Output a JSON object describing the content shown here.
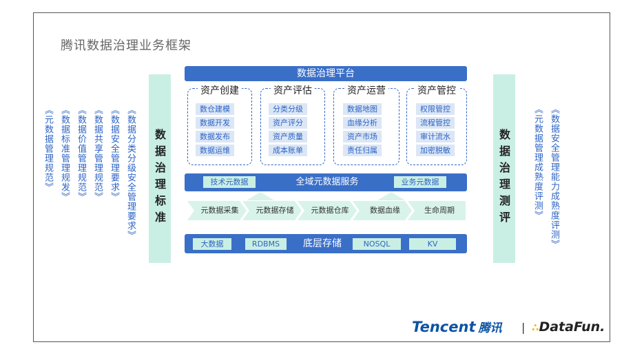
{
  "title": "腾讯数据治理业务框架",
  "left_standards": [
    "《元数据管理规范》",
    "《数据标准管理规发》",
    "《数据价值管理规范》",
    "《数据共享管理规范》",
    "《数据安全管理要求》",
    "《数据分类分级安全管理要求》"
  ],
  "left_band": "数据治理标准",
  "right_band": "数据治理测评",
  "right_standards": [
    "《元数据管理成熟度评测》",
    "《数据安全管理能力成熟度评测》"
  ],
  "platform": {
    "title": "数据治理平台",
    "groups": [
      {
        "title": "资产创建",
        "items": [
          "数仓建模",
          "数据开发",
          "数据发布",
          "数据运维"
        ]
      },
      {
        "title": "资产评估",
        "items": [
          "分类分级",
          "资产评分",
          "资产质量",
          "成本账单"
        ]
      },
      {
        "title": "资产运营",
        "items": [
          "数据地图",
          "血缘分析",
          "资产市场",
          "责任归属"
        ]
      },
      {
        "title": "资产管控",
        "items": [
          "权限管控",
          "流程管控",
          "审计流水",
          "加密脱敏"
        ]
      }
    ]
  },
  "metadata_service": {
    "title": "全域元数据服务",
    "left_tag": "技术元数据",
    "right_tag": "业务元数据"
  },
  "flow": [
    "元数据采集",
    "元数据存储",
    "元数据仓库",
    "数据血缘",
    "生命周期"
  ],
  "storage": {
    "title": "底层存储",
    "items": [
      "大数据",
      "RDBMS",
      "NOSQL",
      "KV"
    ]
  },
  "logos": {
    "tencent_en": "Tencent",
    "tencent_cn": "腾讯",
    "separator": "|",
    "datafun": "DataFun."
  },
  "colors": {
    "primary": "#3a6fc8",
    "mint": "#c9efe4",
    "chip": "#dbe6f6",
    "text_blue": "#2e64c4"
  }
}
